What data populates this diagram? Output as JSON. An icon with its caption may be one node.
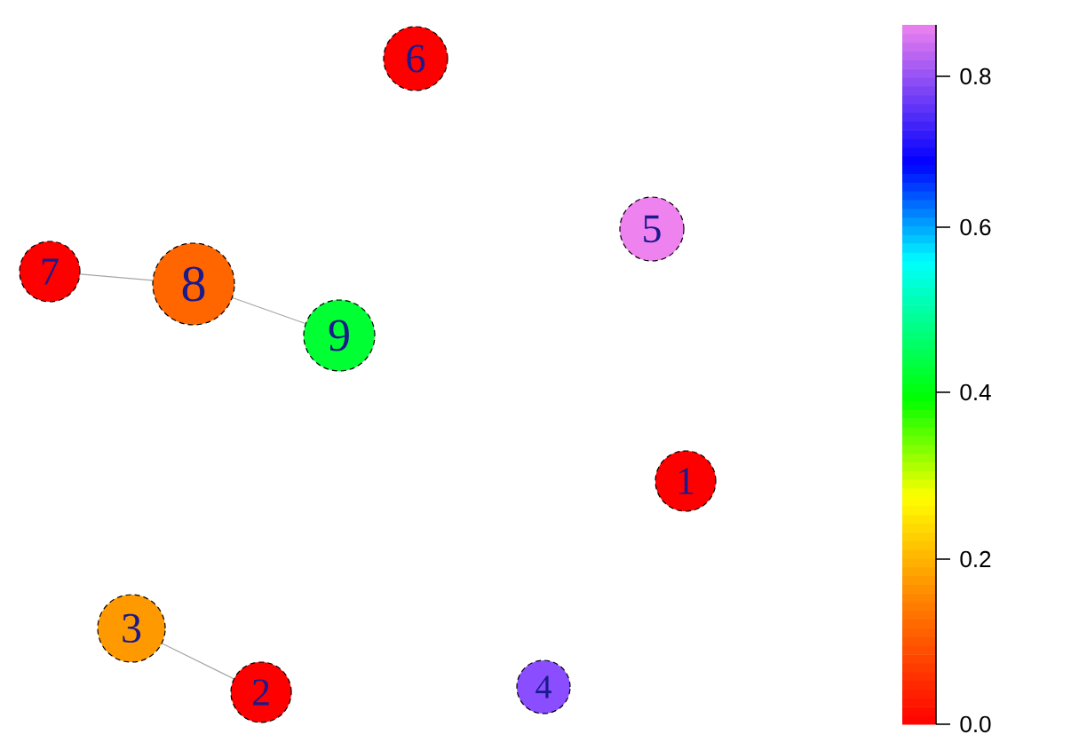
{
  "diagram": {
    "nodes": [
      {
        "text": [
          "1"
        ]
      },
      {
        "text": [
          "2"
        ]
      },
      {
        "text": [
          "3"
        ]
      },
      {
        "text": [
          "4"
        ]
      },
      {
        "text": [
          "5"
        ]
      },
      {
        "text": [
          "6"
        ]
      },
      {
        "text": [
          "7"
        ]
      },
      {
        "text": [
          "8"
        ]
      },
      {
        "text": [
          "9"
        ]
      }
    ],
    "edges": [
      {
        "from": 6,
        "to": 7,
        "arrow": "none"
      },
      {
        "from": 7,
        "to": 8,
        "arrow": "none"
      },
      {
        "from": 2,
        "to": 1,
        "arrow": "none"
      }
    ],
    "labels": [
      "0.8",
      "0.6",
      "0.4",
      "0.2",
      "0.0"
    ]
  }
}
